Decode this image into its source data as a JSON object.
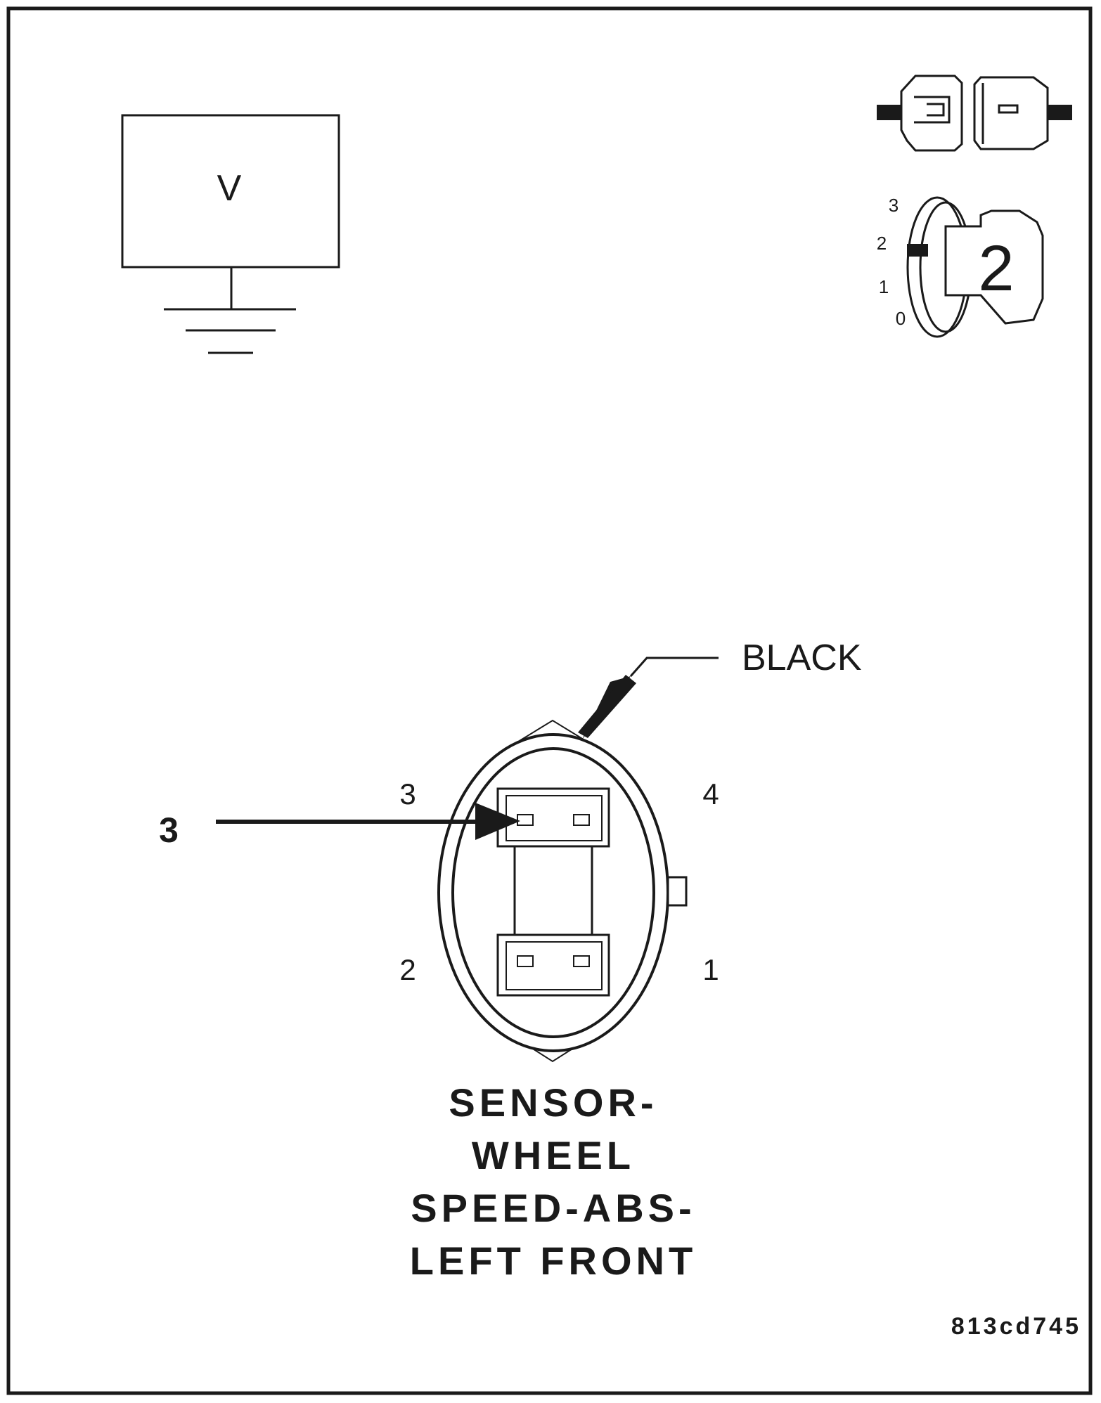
{
  "meter": {
    "symbol": "V"
  },
  "connector_state": {
    "icon": "connector-disconnected-icon"
  },
  "ignition": {
    "positions": [
      "3",
      "2",
      "1",
      "0"
    ],
    "key_label": "2"
  },
  "connector": {
    "color_label": "BLACK",
    "pins": {
      "p3": "3",
      "p4": "4",
      "p2": "2",
      "p1": "1"
    },
    "probe_pin_label": "3"
  },
  "component": {
    "title_lines": [
      "SENSOR-",
      "WHEEL",
      "SPEED-ABS-",
      "LEFT FRONT"
    ]
  },
  "figure_id": "813cd745",
  "colors": {
    "ink": "#1a1a1a",
    "paper": "#ffffff"
  }
}
